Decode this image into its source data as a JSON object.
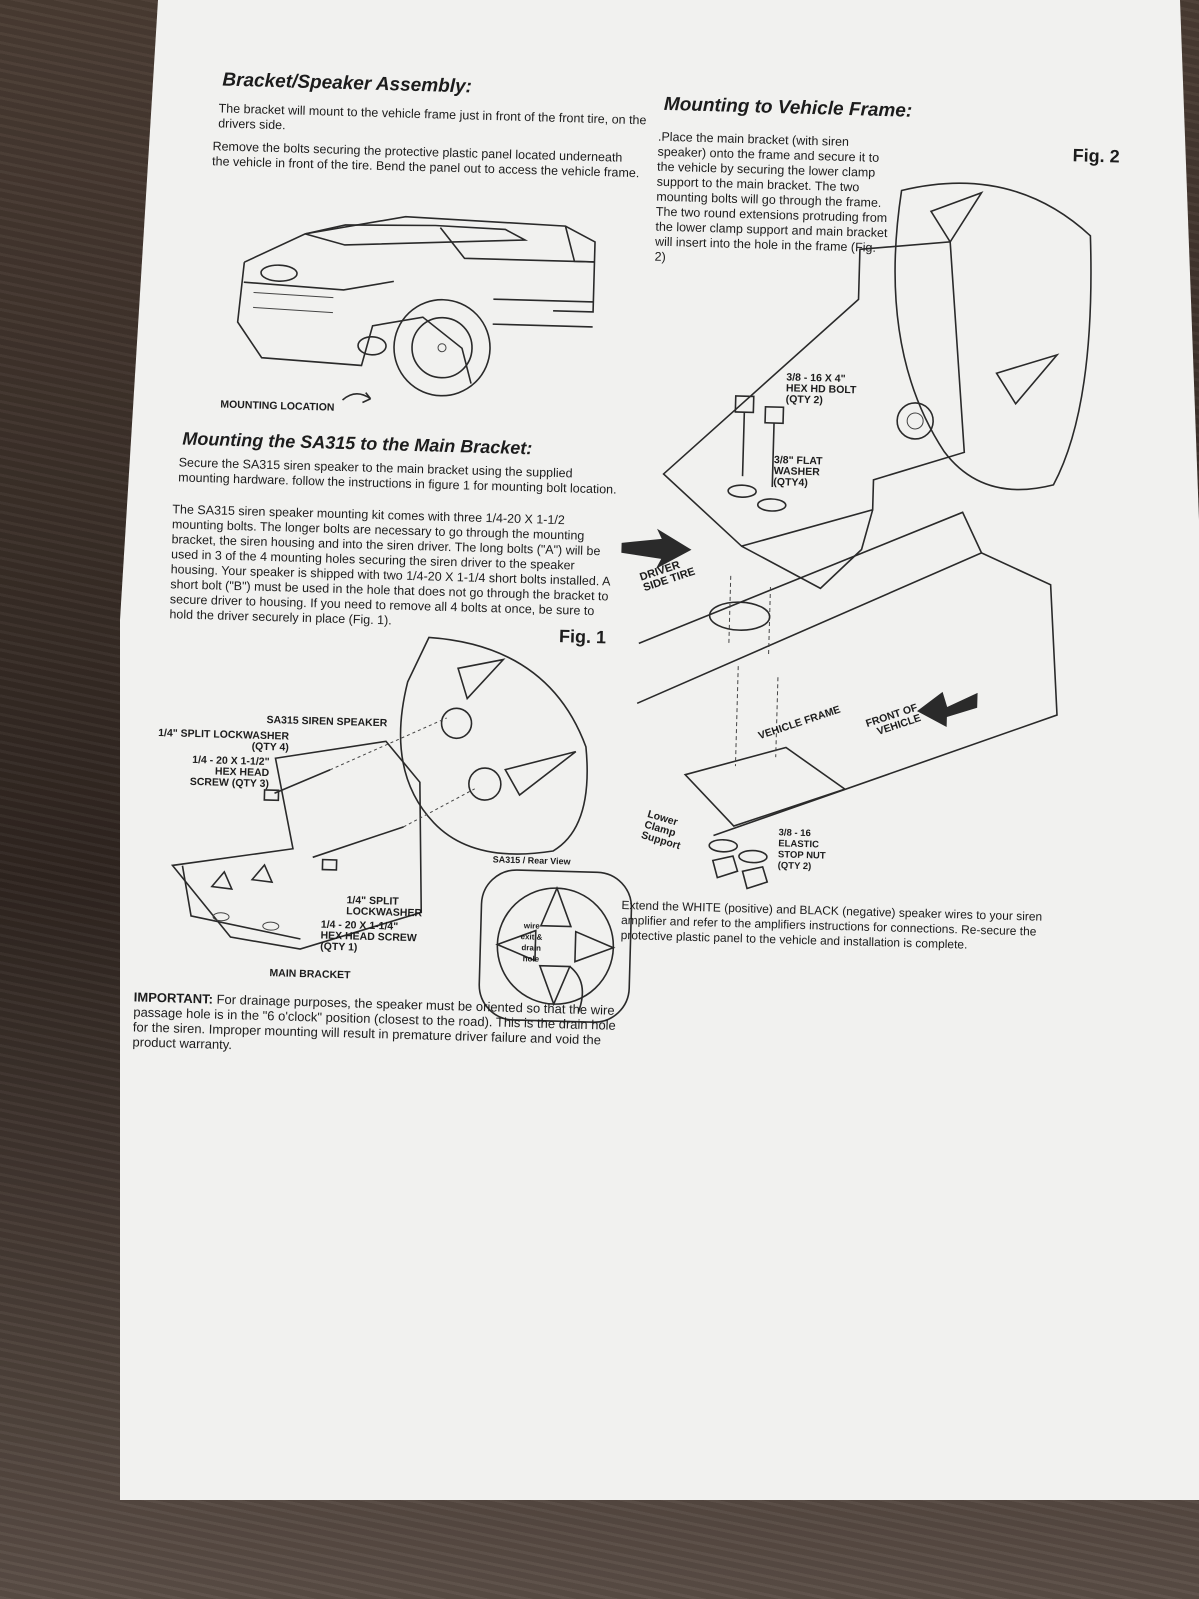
{
  "bracket_assembly": {
    "title": "Bracket/Speaker Assembly:",
    "para1": "The bracket will mount to the vehicle frame just in front of the front tire, on the drivers side.",
    "para2": "Remove the bolts securing the protective plastic panel located underneath the vehicle in front of the tire. Bend the panel out to access the vehicle frame.",
    "mounting_location_label": "MOUNTING LOCATION"
  },
  "mounting_sa315": {
    "title": "Mounting the SA315 to the Main Bracket:",
    "para1": "Secure the SA315 siren speaker to the main bracket using the supplied mounting hardware. follow the instructions in figure 1 for mounting bolt location.",
    "para2": "The SA315 siren speaker mounting kit comes with three 1/4-20 X 1-1/2 mounting bolts. The longer bolts are necessary to go through the mounting bracket, the siren housing and into the siren driver. The long bolts (\"A\") will be used in 3 of the 4 mounting holes securing the siren driver to the speaker housing. Your speaker is shipped with two 1/4-20 X 1-1/4 short bolts installed. A short bolt (\"B\") must be used in the hole that does not go through the bracket to secure driver to housing. If you need to remove all 4 bolts at once, be sure to hold the driver securely in place (Fig. 1)."
  },
  "fig1": {
    "label": "Fig. 1",
    "sa315_siren_speaker": "SA315 SIREN SPEAKER",
    "split_lockwasher_qty4": "1/4\" SPLIT LOCKWASHER\n(QTY 4)",
    "hex_head_screw_qty3": "1/4 - 20 X 1-1/2\"\nHEX HEAD\nSCREW (QTY 3)",
    "split_lockwasher": "1/4\" SPLIT\nLOCKWASHER",
    "hex_head_screw_qty1": "1/4 - 20 X 1-1/4\"\nHEX HEAD SCREW\n(QTY 1)",
    "main_bracket": "MAIN BRACKET",
    "rear_view": "SA315 / Rear View",
    "wire_exit": "wire\nexit &\ndrain\nhole"
  },
  "important": {
    "label": "IMPORTANT:",
    "text": "For drainage purposes, the speaker must be oriented so that the wire passage hole is in the \"6 o'clock\" position (closest to the road). This is the drain hole for the siren. Improper mounting will result in premature driver failure and void the product warranty."
  },
  "vehicle_frame": {
    "title": "Mounting to Vehicle Frame:",
    "para": ".Place the main bracket (with siren speaker) onto the frame and secure it to the vehicle by securing the lower clamp support to the main bracket. The two mounting bolts will go through the frame. The two round extensions protruding from the lower clamp support and main bracket will insert into the hole in the frame (Fig. 2)",
    "extend_text": "Extend the WHITE (positive) and BLACK (negative) speaker wires to your siren amplifier and refer to the amplifiers instructions for connections. Re-secure the protective plastic panel to the vehicle and installation is complete."
  },
  "fig2": {
    "label": "Fig. 2",
    "hex_bolt": "3/8 - 16 X 4\"\nHEX HD BOLT\n(QTY 2)",
    "flat_washer": "3/8\" FLAT\nWASHER\n(QTY4)",
    "driver_side_tire": "DRIVER\nSIDE TIRE",
    "vehicle_frame_label": "VEHICLE FRAME",
    "front_of_vehicle": "FRONT OF\nVEHICLE",
    "lower_clamp_support": "Lower\nClamp\nSupport",
    "elastic_stop_nut": "3/8 - 16\nELASTIC\nSTOP NUT\n(QTY 2)"
  }
}
